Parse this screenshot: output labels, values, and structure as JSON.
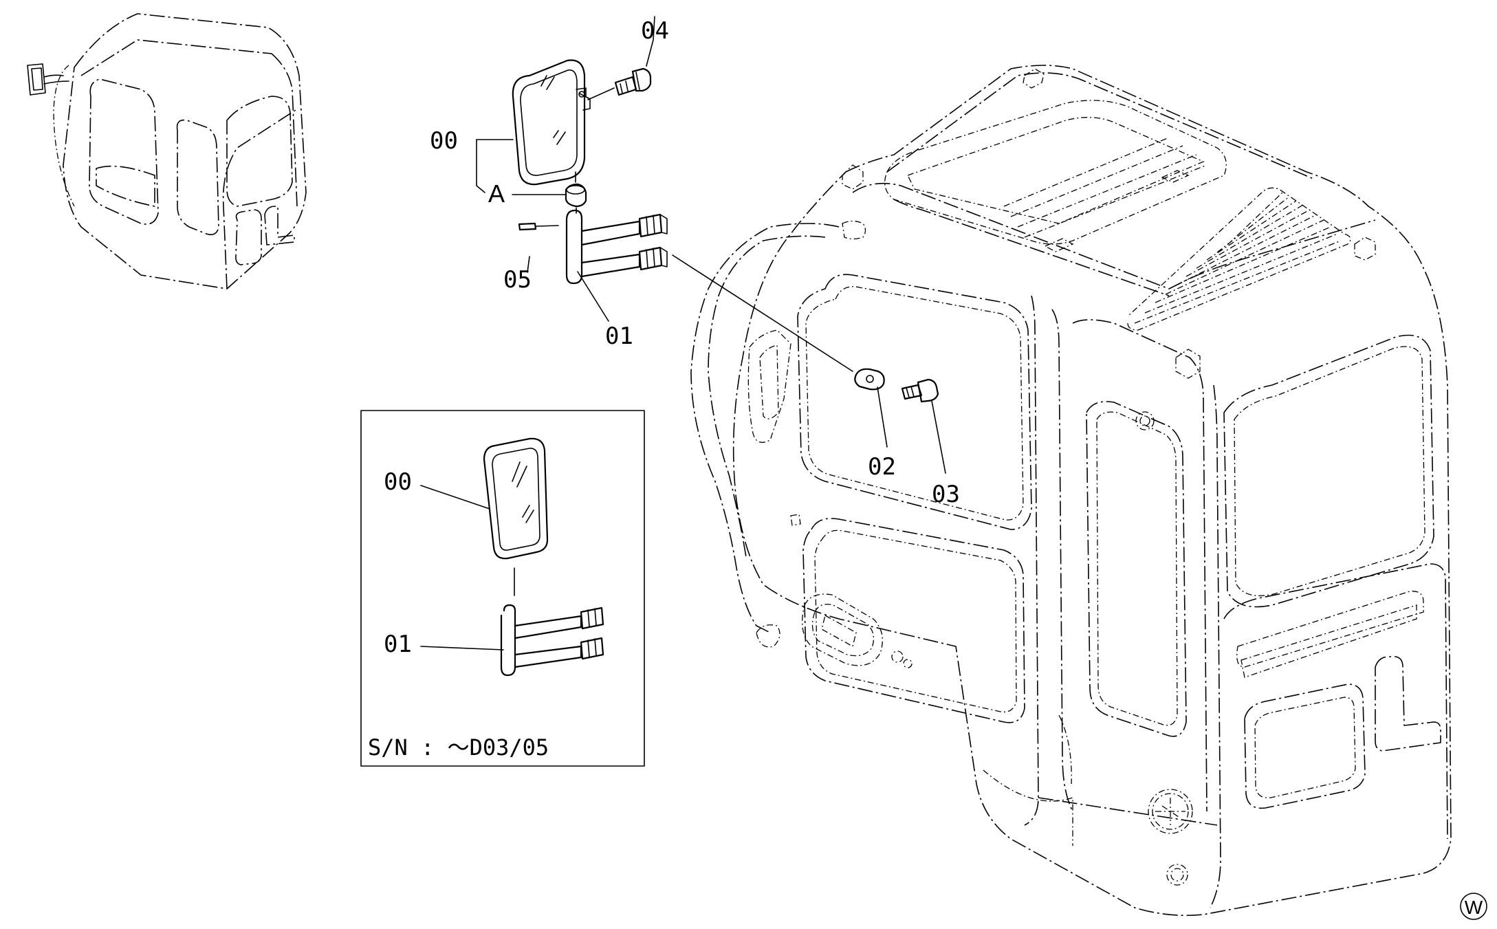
{
  "callouts": {
    "top_mirror": "00",
    "bracket": "01",
    "nut": "02",
    "bolt": "03",
    "screw": "04",
    "pin": "05",
    "detail": "A"
  },
  "inset": {
    "mirror": "00",
    "bracket": "01",
    "serial": "S/N : ～D03/05"
  },
  "mark": "W"
}
